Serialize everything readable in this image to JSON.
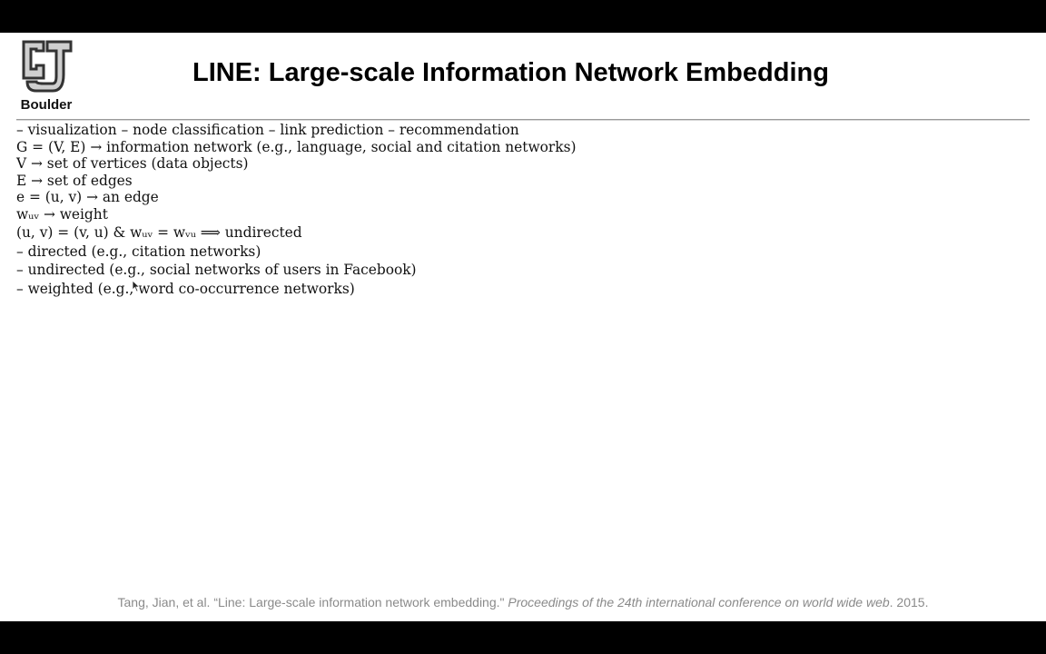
{
  "logo": {
    "text": "Boulder"
  },
  "title": "LINE: Large-scale Information Network Embedding",
  "lines": [
    "– visualization – node classification – link prediction – recommendation",
    "G = (V, E) → information network (e.g., language, social and citation networks)",
    "V → set of vertices (data objects)",
    "E → set of edges",
    "e = (u, v) → an edge",
    "wᵤᵥ → weight",
    "(u, v) = (v, u) & wᵤᵥ = wᵥᵤ ⟹ undirected",
    "– directed (e.g., citation networks)",
    "– undirected (e.g., social networks of users in Facebook)",
    "– weighted (e.g., word co-occurrence networks)"
  ],
  "citation": {
    "plain": "Tang, Jian, et al. “Line: Large-scale information network embedding.\" ",
    "italic": "Proceedings of the 24th international conference on world wide web",
    "tail": ". 2015."
  }
}
